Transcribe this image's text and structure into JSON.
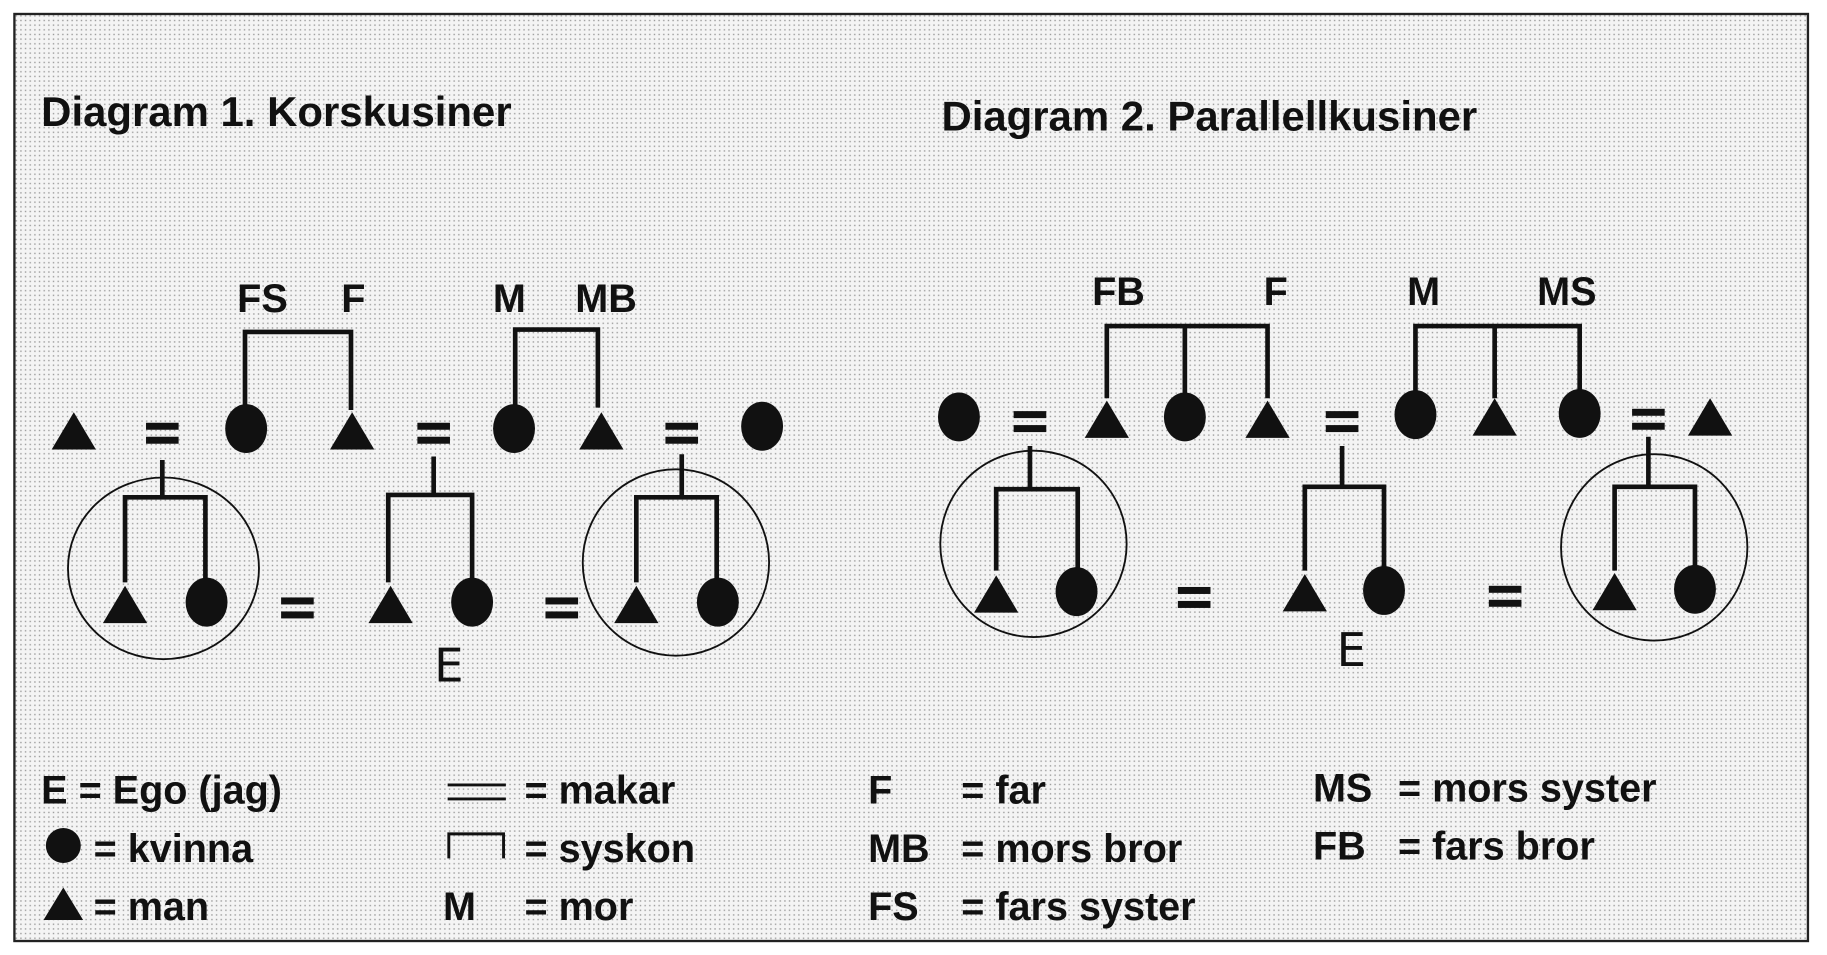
{
  "diagram1": {
    "title": "Diagram 1. Korskusiner",
    "labels": {
      "fs": "FS",
      "f": "F",
      "m": "M",
      "mb": "MB"
    },
    "ego": "E"
  },
  "diagram2": {
    "title": "Diagram 2. Parallellkusiner",
    "labels": {
      "fb": "FB",
      "f": "F",
      "m": "M",
      "ms": "MS"
    },
    "ego": "E"
  },
  "legend": {
    "ego": "E = Ego (jag)",
    "kvinna": "= kvinna",
    "man": "= man",
    "makar": "= makar",
    "syskon": "= syskon",
    "mor_key": "M",
    "mor": "= mor",
    "far_key": "F",
    "far": "= far",
    "mb_key": "MB",
    "mb": "= mors bror",
    "fs_key": "FS",
    "fs": "= fars syster",
    "ms_key": "MS",
    "ms": "= mors syster",
    "fb_key": "FB",
    "fb": "= fars bror"
  }
}
